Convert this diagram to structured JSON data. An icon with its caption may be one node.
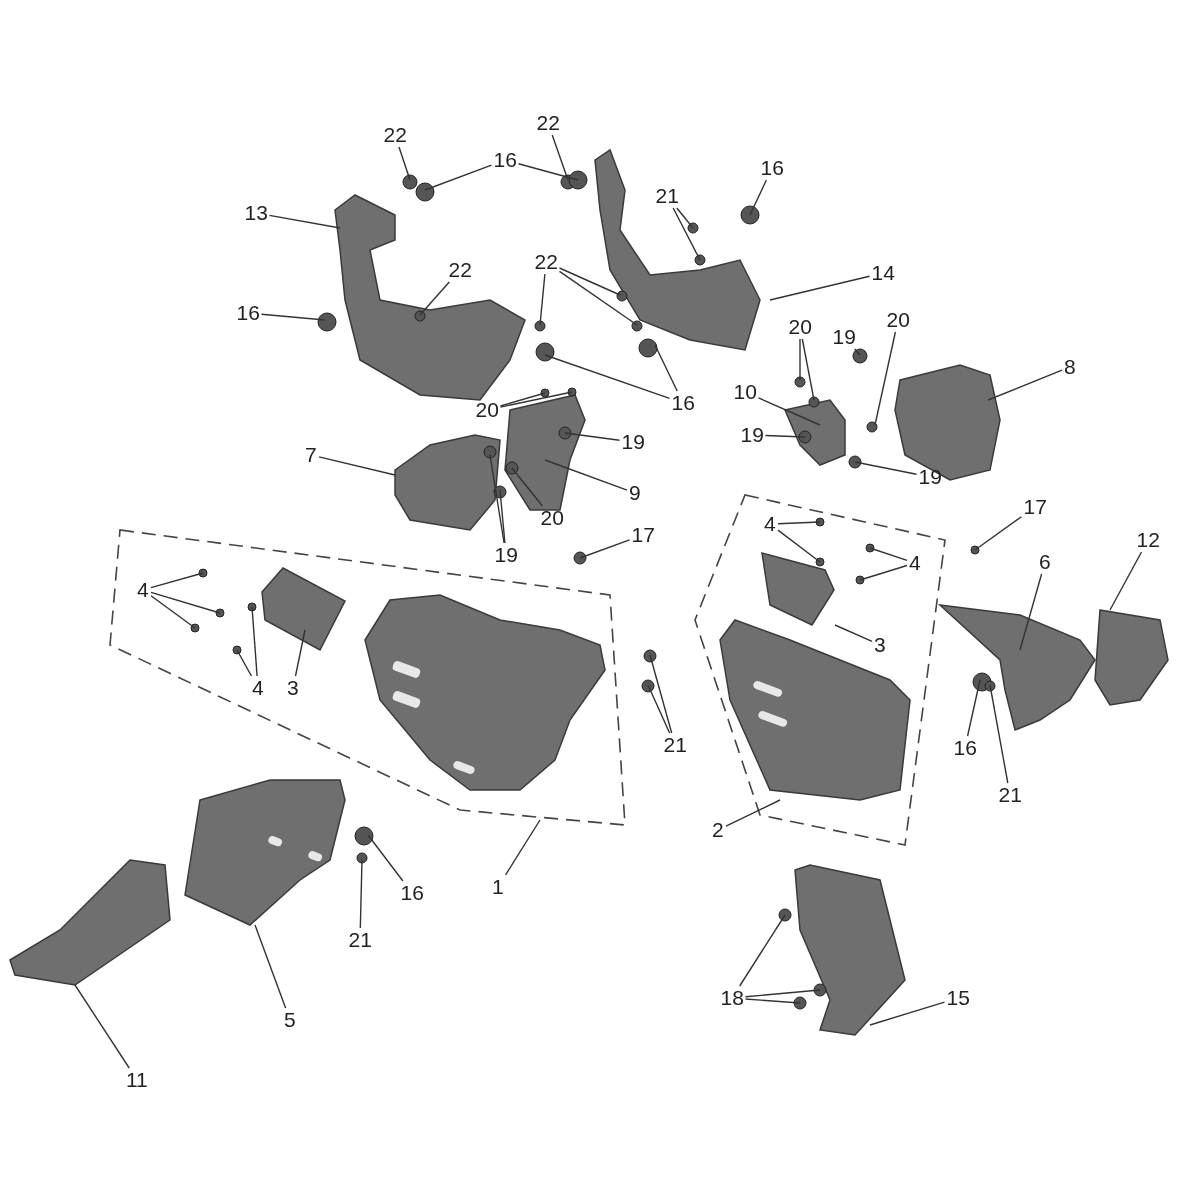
{
  "diagram": {
    "nodes": [
      {
        "text": [
          "22"
        ]
      },
      {
        "text": [
          "22"
        ]
      },
      {
        "text": [
          "16"
        ]
      },
      {
        "text": [
          "16"
        ]
      },
      {
        "text": [
          "13"
        ]
      },
      {
        "text": [
          "21"
        ]
      },
      {
        "text": [
          "14"
        ]
      },
      {
        "text": [
          "22"
        ]
      },
      {
        "text": [
          "16"
        ]
      },
      {
        "text": [
          "22"
        ]
      },
      {
        "text": [
          "16"
        ]
      },
      {
        "text": [
          "20"
        ]
      },
      {
        "text": [
          "19"
        ]
      },
      {
        "text": [
          "20"
        ]
      },
      {
        "text": [
          "8"
        ]
      },
      {
        "text": [
          "10"
        ]
      },
      {
        "text": [
          "20"
        ]
      },
      {
        "text": [
          "19"
        ]
      },
      {
        "text": [
          "19"
        ]
      },
      {
        "text": [
          "19"
        ]
      },
      {
        "text": [
          "7"
        ]
      },
      {
        "text": [
          "9"
        ]
      },
      {
        "text": [
          "20"
        ]
      },
      {
        "text": [
          "19"
        ]
      },
      {
        "text": [
          "17"
        ]
      },
      {
        "text": [
          "17"
        ]
      },
      {
        "text": [
          "4"
        ]
      },
      {
        "text": [
          "4"
        ]
      },
      {
        "text": [
          "3"
        ]
      },
      {
        "text": [
          "4"
        ]
      },
      {
        "text": [
          "4"
        ]
      },
      {
        "text": [
          "3"
        ]
      },
      {
        "text": [
          "6"
        ]
      },
      {
        "text": [
          "12"
        ]
      },
      {
        "text": [
          "21"
        ]
      },
      {
        "text": [
          "16"
        ]
      },
      {
        "text": [
          "21"
        ]
      },
      {
        "text": [
          "2"
        ]
      },
      {
        "text": [
          "1"
        ]
      },
      {
        "text": [
          "16"
        ]
      },
      {
        "text": [
          "21"
        ]
      },
      {
        "text": [
          "5"
        ]
      },
      {
        "text": [
          "11"
        ]
      },
      {
        "text": [
          "18"
        ]
      },
      {
        "text": [
          "15"
        ]
      }
    ],
    "edges": [
      {
        "from": 0,
        "to": null,
        "arrow": "none"
      },
      {
        "from": 1,
        "to": null,
        "arrow": "none"
      },
      {
        "from": 2,
        "to": null,
        "arrow": "none"
      },
      {
        "from": 2,
        "to": null,
        "arrow": "none"
      },
      {
        "from": 3,
        "to": null,
        "arrow": "none"
      },
      {
        "from": 4,
        "to": null,
        "arrow": "none"
      },
      {
        "from": 5,
        "to": null,
        "arrow": "none"
      },
      {
        "from": 5,
        "to": null,
        "arrow": "none"
      },
      {
        "from": 6,
        "to": null,
        "arrow": "none"
      },
      {
        "from": 7,
        "to": null,
        "arrow": "none"
      },
      {
        "from": 8,
        "to": null,
        "arrow": "none"
      },
      {
        "from": 9,
        "to": null,
        "arrow": "none"
      },
      {
        "from": 9,
        "to": null,
        "arrow": "none"
      },
      {
        "from": 9,
        "to": null,
        "arrow": "none"
      },
      {
        "from": 10,
        "to": null,
        "arrow": "none"
      },
      {
        "from": 10,
        "to": null,
        "arrow": "none"
      },
      {
        "from": 11,
        "to": null,
        "arrow": "none"
      },
      {
        "from": 11,
        "to": null,
        "arrow": "none"
      },
      {
        "from": 12,
        "to": null,
        "arrow": "none"
      },
      {
        "from": 13,
        "to": null,
        "arrow": "none"
      },
      {
        "from": 14,
        "to": null,
        "arrow": "none"
      },
      {
        "from": 15,
        "to": null,
        "arrow": "none"
      },
      {
        "from": 16,
        "to": null,
        "arrow": "none"
      },
      {
        "from": 16,
        "to": null,
        "arrow": "none"
      },
      {
        "from": 17,
        "to": null,
        "arrow": "none"
      },
      {
        "from": 18,
        "to": null,
        "arrow": "none"
      },
      {
        "from": 19,
        "to": null,
        "arrow": "none"
      },
      {
        "from": 20,
        "to": null,
        "arrow": "none"
      },
      {
        "from": 21,
        "to": null,
        "arrow": "none"
      },
      {
        "from": 22,
        "to": null,
        "arrow": "none"
      },
      {
        "from": 23,
        "to": null,
        "arrow": "none"
      },
      {
        "from": 23,
        "to": null,
        "arrow": "none"
      },
      {
        "from": 24,
        "to": null,
        "arrow": "none"
      },
      {
        "from": 25,
        "to": null,
        "arrow": "none"
      },
      {
        "from": 26,
        "to": null,
        "arrow": "none"
      },
      {
        "from": 26,
        "to": null,
        "arrow": "none"
      },
      {
        "from": 26,
        "to": null,
        "arrow": "none"
      },
      {
        "from": 27,
        "to": null,
        "arrow": "none"
      },
      {
        "from": 27,
        "to": null,
        "arrow": "none"
      },
      {
        "from": 28,
        "to": null,
        "arrow": "none"
      },
      {
        "from": 29,
        "to": null,
        "arrow": "none"
      },
      {
        "from": 29,
        "to": null,
        "arrow": "none"
      },
      {
        "from": 30,
        "to": null,
        "arrow": "none"
      },
      {
        "from": 30,
        "to": null,
        "arrow": "none"
      },
      {
        "from": 31,
        "to": null,
        "arrow": "none"
      },
      {
        "from": 32,
        "to": null,
        "arrow": "none"
      },
      {
        "from": 33,
        "to": null,
        "arrow": "none"
      },
      {
        "from": 34,
        "to": null,
        "arrow": "none"
      },
      {
        "from": 34,
        "to": null,
        "arrow": "none"
      },
      {
        "from": 35,
        "to": null,
        "arrow": "none"
      },
      {
        "from": 36,
        "to": null,
        "arrow": "none"
      },
      {
        "from": 37,
        "to": null,
        "arrow": "none"
      },
      {
        "from": 38,
        "to": null,
        "arrow": "none"
      },
      {
        "from": 39,
        "to": null,
        "arrow": "none"
      },
      {
        "from": 40,
        "to": null,
        "arrow": "none"
      },
      {
        "from": 41,
        "to": null,
        "arrow": "none"
      },
      {
        "from": 42,
        "to": null,
        "arrow": "none"
      },
      {
        "from": 43,
        "to": null,
        "arrow": "none"
      },
      {
        "from": 43,
        "to": null,
        "arrow": "none"
      },
      {
        "from": 43,
        "to": null,
        "arrow": "none"
      },
      {
        "from": 44,
        "to": null,
        "arrow": "none"
      }
    ]
  }
}
